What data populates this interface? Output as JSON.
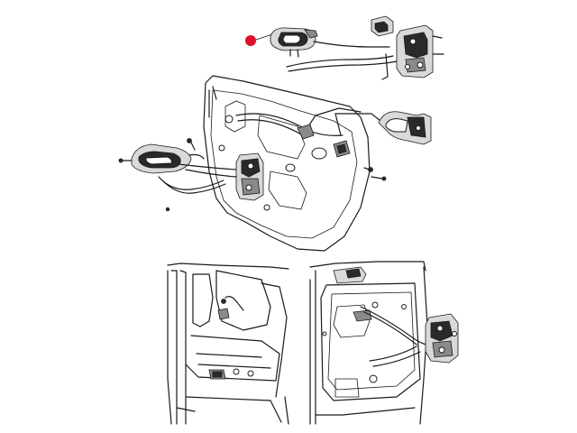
{
  "diagram": {
    "highlight_color": "#e0102a",
    "line_color": "#1a1a1a",
    "background": "#ffffff"
  },
  "parts": [
    {
      "id": "exterior-door-handle",
      "highlighted": true
    },
    {
      "id": "door-latch-upper"
    },
    {
      "id": "latch-actuator-rod"
    },
    {
      "id": "door-inner-panel"
    },
    {
      "id": "interior-handle"
    },
    {
      "id": "handle-bracket"
    },
    {
      "id": "door-latch-assembly"
    }
  ]
}
